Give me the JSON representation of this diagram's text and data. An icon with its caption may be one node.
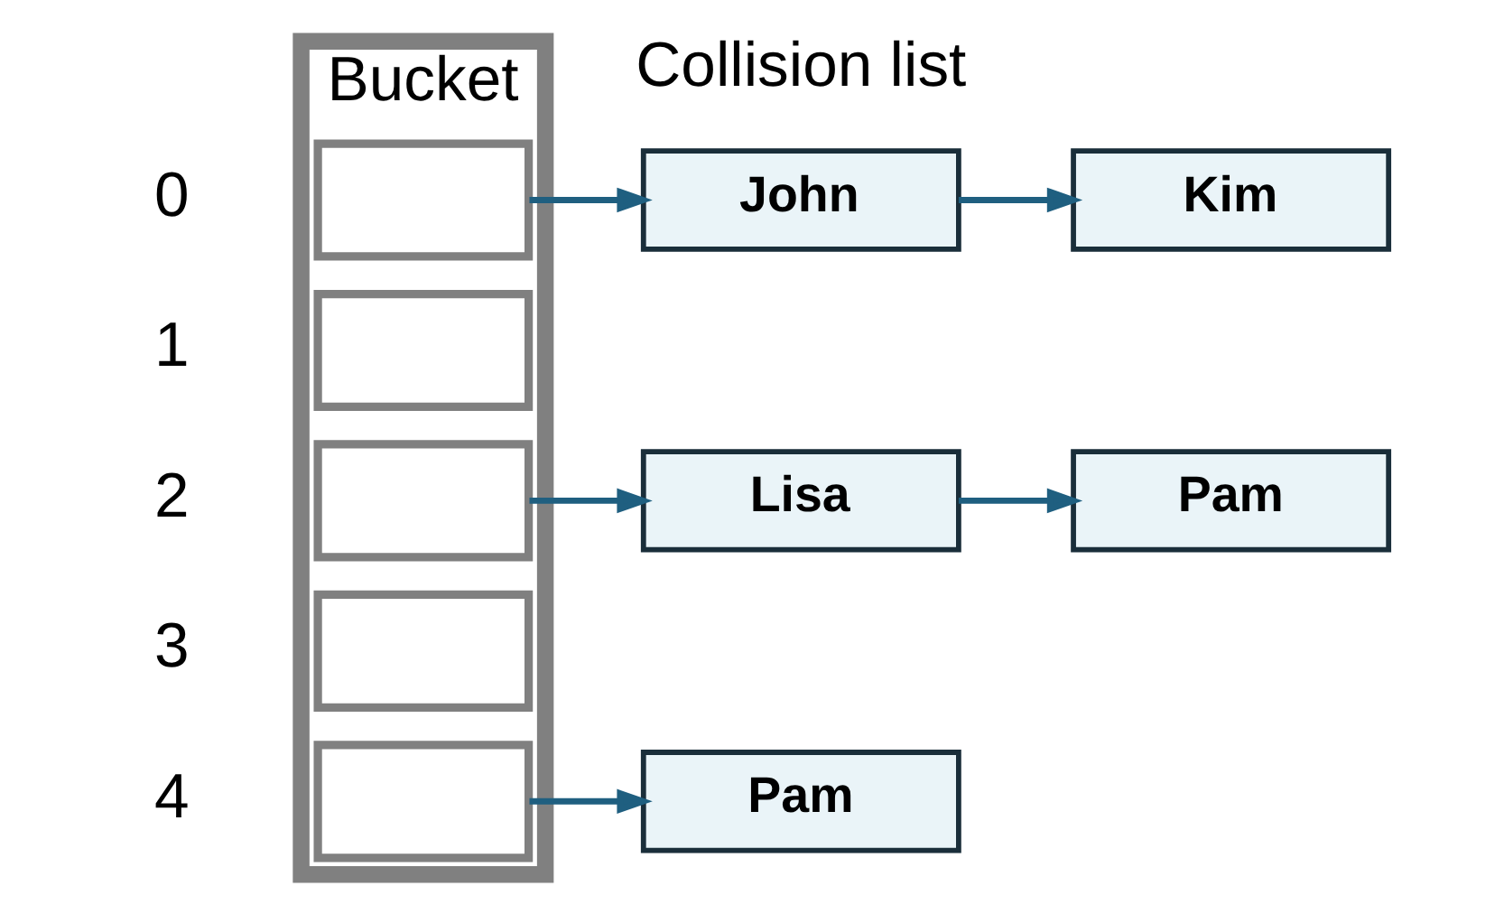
{
  "diagram": {
    "nodes": [
      {
        "text": [
          "Bucket"
        ]
      },
      {
        "text": [],
        "shape": "box",
        "in": 0,
        "beside": [
          "0"
        ]
      },
      {
        "text": [],
        "shape": "box",
        "in": 0,
        "beside": [
          "1"
        ]
      },
      {
        "text": [],
        "shape": "box",
        "in": 0,
        "beside": [
          "2"
        ]
      },
      {
        "text": [],
        "shape": "box",
        "in": 0,
        "beside": [
          "3"
        ]
      },
      {
        "text": [],
        "shape": "box",
        "in": 0,
        "beside": [
          "4"
        ]
      },
      {
        "text": [
          "John"
        ]
      },
      {
        "text": [
          "Kim"
        ]
      },
      {
        "text": [
          "Lisa"
        ]
      },
      {
        "text": [
          "Pam"
        ]
      },
      {
        "text": [
          "Pam"
        ]
      }
    ],
    "edges": [
      {
        "from": 1,
        "to": 6,
        "arrow": "to"
      },
      {
        "from": 6,
        "to": 7,
        "arrow": "to"
      },
      {
        "from": 3,
        "to": 8,
        "arrow": "to"
      },
      {
        "from": 8,
        "to": 9,
        "arrow": "to"
      },
      {
        "from": 5,
        "to": 10,
        "arrow": "to"
      }
    ],
    "labels": [
      "Collision list"
    ]
  }
}
